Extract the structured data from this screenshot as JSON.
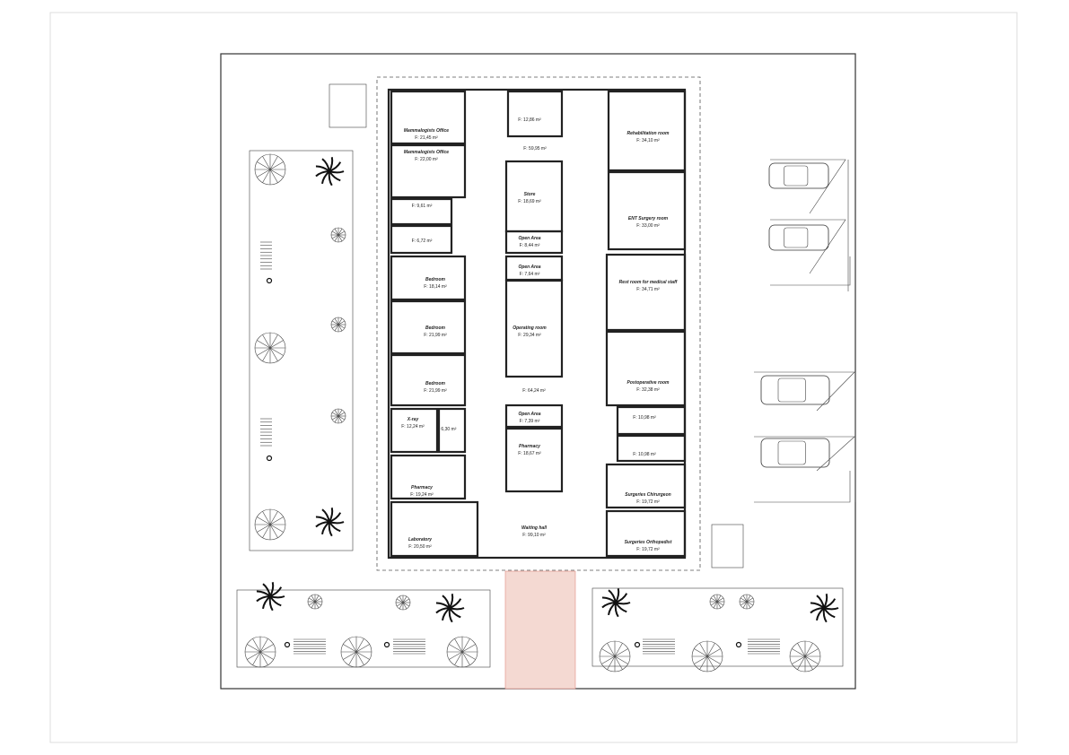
{
  "plan": {
    "rooms": [
      {
        "name": "Mammalogists Office",
        "area": "F: 21,45 m²"
      },
      {
        "name": "Mammalogists Office",
        "area": "F: 22,00 m²"
      },
      {
        "name": "",
        "area": "F: 9,61 m²"
      },
      {
        "name": "",
        "area": "F: 6,72 m²"
      },
      {
        "name": "",
        "area": "F: 12,86 m²"
      },
      {
        "name": "",
        "area": "F: 59,95 m²"
      },
      {
        "name": "Store",
        "area": "F: 18,69 m²"
      },
      {
        "name": "Open Area",
        "area": "F: 8,44 m²"
      },
      {
        "name": "Rehabilitation room",
        "area": "F: 34,10 m²"
      },
      {
        "name": "ENT Surgery room",
        "area": "F: 33,00 m²"
      },
      {
        "name": "Bedroom",
        "area": "F: 18,14 m²"
      },
      {
        "name": "Bedroom",
        "area": "F: 21,99 m²"
      },
      {
        "name": "Bedroom",
        "area": "F: 21,99 m²"
      },
      {
        "name": "Open Area",
        "area": "F: 7,64 m²"
      },
      {
        "name": "Operating room",
        "area": "F: 29,34 m²"
      },
      {
        "name": "Rest room for medical staff",
        "area": "F: 34,71 m²"
      },
      {
        "name": "Postoperative room",
        "area": "F: 32,38 m²"
      },
      {
        "name": "",
        "area": "F: 64,24 m²"
      },
      {
        "name": "X-ray",
        "area": "F: 12,24 m²"
      },
      {
        "name": "",
        "area": "F: 6,30 m²"
      },
      {
        "name": "Pharmacy",
        "area": "F: 19,24 m²"
      },
      {
        "name": "Laboratory",
        "area": "F: 20,50 m²"
      },
      {
        "name": "Open Area",
        "area": "F: 7,39 m²"
      },
      {
        "name": "Pharmacy",
        "area": "F: 18,67 m²"
      },
      {
        "name": "Waiting hall",
        "area": "F: 99,10 m²"
      },
      {
        "name": "",
        "area": "F: 10,98 m²"
      },
      {
        "name": "",
        "area": "F: 10,98 m²"
      },
      {
        "name": "Surgeries Chirurgeon",
        "area": "F: 19,72 m²"
      },
      {
        "name": "Surgeries Orthopedist",
        "area": "F: 19,72 m²"
      }
    ],
    "colors": {
      "wall": "#222222",
      "path": "#f4d9d2",
      "path_line": "#e08a80"
    }
  }
}
